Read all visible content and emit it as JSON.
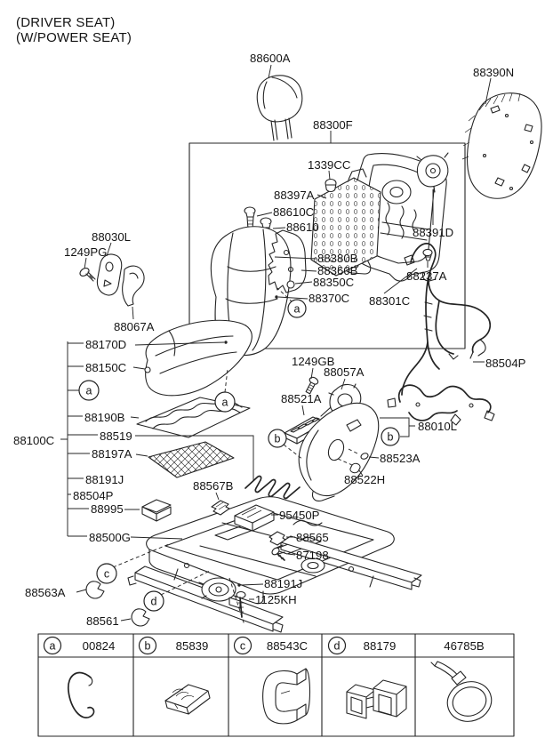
{
  "title": {
    "line1": "(DRIVER SEAT)",
    "line2": "(W/POWER SEAT)"
  },
  "labels": {
    "88600A": "88600A",
    "88300F": "88300F",
    "88390N": "88390N",
    "1339CC": "1339CC",
    "88397A": "88397A",
    "88610C": "88610C",
    "88610": "88610",
    "88380B": "88380B",
    "88360B": "88360B",
    "88350C": "88350C",
    "88370C": "88370C",
    "88301C": "88301C",
    "88391D": "88391D",
    "88237A": "88237A",
    "88030L": "88030L",
    "1249PG": "1249PG",
    "88067A": "88067A",
    "88100C": "88100C",
    "88170D": "88170D",
    "88150C": "88150C",
    "88190B": "88190B",
    "88519": "88519",
    "88197A": "88197A",
    "88191J": "88191J",
    "88504P": "88504P",
    "88995": "88995",
    "88500G": "88500G",
    "1249GB": "1249GB",
    "88057A": "88057A",
    "88521A": "88521A",
    "88010L": "88010L",
    "88523A": "88523A",
    "88522H": "88522H",
    "88567B": "88567B",
    "95450P": "95450P",
    "88565": "88565",
    "87198": "87198",
    "1125KH": "1125KH",
    "88563A": "88563A",
    "88561": "88561"
  },
  "callouts": {
    "a": "a",
    "b": "b",
    "c": "c",
    "d": "d"
  },
  "legend": {
    "items": [
      {
        "letter": "a",
        "code": "00824"
      },
      {
        "letter": "b",
        "code": "85839"
      },
      {
        "letter": "c",
        "code": "88543C"
      },
      {
        "letter": "d",
        "code": "88179"
      },
      {
        "letter": "",
        "code": "46785B"
      }
    ]
  }
}
